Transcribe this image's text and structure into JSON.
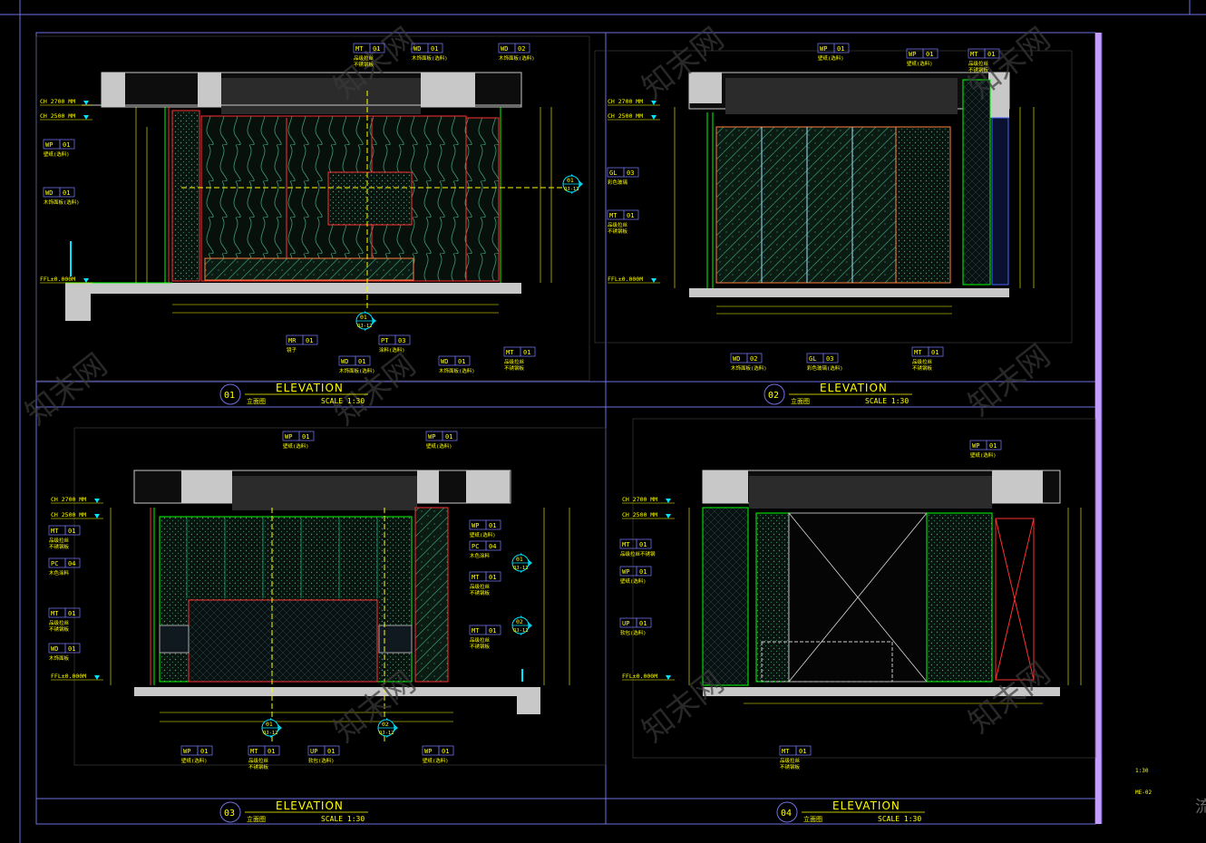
{
  "sheet": {
    "scale_note": "1:30",
    "sheet_code": "ME-02",
    "corner_mark": "流 软",
    "watermark": "知末网"
  },
  "colors": {
    "background": "#000000",
    "frame": "#6f6fe0",
    "annotation": "#ffff00",
    "wall": "#00ff00",
    "accent_red": "#ff2020",
    "cyan": "#00e5ff",
    "slab": "#c8c8c8",
    "purple_bar": "#c79cff"
  },
  "elevations": [
    {
      "number": "01",
      "title": "ELEVATION",
      "subtitle": "立面图",
      "scale": "SCALE 1:30",
      "levels": [
        "CH 2700 MM",
        "CH 2500 MM",
        "FFL±0.000M"
      ],
      "tags": [
        {
          "code": "MT",
          "num": "01",
          "desc": "品级拉丝\n不锈钢板"
        },
        {
          "code": "WD",
          "num": "01",
          "desc": "木饰面板(选料)"
        },
        {
          "code": "WD",
          "num": "02",
          "desc": "木饰面板(选料)"
        },
        {
          "code": "WP",
          "num": "01",
          "desc": "壁纸(选料)"
        },
        {
          "code": "WD",
          "num": "01",
          "desc": "木饰面板(选料)"
        },
        {
          "code": "MR",
          "num": "01",
          "desc": "镜子"
        },
        {
          "code": "WD",
          "num": "01",
          "desc": "木饰面板(选料)"
        },
        {
          "code": "PT",
          "num": "03",
          "desc": "涂料(选料)"
        },
        {
          "code": "WD",
          "num": "01",
          "desc": "木饰面板(选料)"
        },
        {
          "code": "MT",
          "num": "01",
          "desc": "品级拉丝\n不锈钢板"
        }
      ],
      "section_marks": [
        {
          "num": "01",
          "ref": "QJ-13"
        },
        {
          "num": "01",
          "ref": "QJ-12"
        }
      ]
    },
    {
      "number": "02",
      "title": "ELEVATION",
      "subtitle": "立面图",
      "scale": "SCALE 1:30",
      "levels": [
        "CH 2700 MM",
        "CH 2500 MM",
        "FFL±0.000M"
      ],
      "tags": [
        {
          "code": "WP",
          "num": "01",
          "desc": "壁纸(选料)"
        },
        {
          "code": "WP",
          "num": "01",
          "desc": "壁纸(选料)"
        },
        {
          "code": "MT",
          "num": "01",
          "desc": "品级拉丝\n不锈钢板"
        },
        {
          "code": "GL",
          "num": "03",
          "desc": "彩色玻璃"
        },
        {
          "code": "MT",
          "num": "01",
          "desc": "品级拉丝\n不锈钢板"
        },
        {
          "code": "WD",
          "num": "02",
          "desc": "木饰面板(选料)"
        },
        {
          "code": "GL",
          "num": "03",
          "desc": "彩色玻璃(选料)"
        },
        {
          "code": "MT",
          "num": "01",
          "desc": "品级拉丝\n不锈钢板"
        }
      ]
    },
    {
      "number": "03",
      "title": "ELEVATION",
      "subtitle": "立面图",
      "scale": "SCALE 1:30",
      "levels": [
        "CH 2700 MM",
        "CH 2500 MM",
        "FFL±0.000M"
      ],
      "tags": [
        {
          "code": "MT",
          "num": "01",
          "desc": "品级拉丝\n不锈钢板"
        },
        {
          "code": "PC",
          "num": "04",
          "desc": "木色涂料"
        },
        {
          "code": "MT",
          "num": "01",
          "desc": "品级拉丝\n不锈钢板"
        },
        {
          "code": "WD",
          "num": "01",
          "desc": "木饰面板"
        },
        {
          "code": "WP",
          "num": "01",
          "desc": "壁纸(选料)"
        },
        {
          "code": "WP",
          "num": "01",
          "desc": "壁纸(选料)"
        },
        {
          "code": "WP",
          "num": "01",
          "desc": "壁纸(选料)"
        },
        {
          "code": "PC",
          "num": "04",
          "desc": "木色涂料"
        },
        {
          "code": "MT",
          "num": "01",
          "desc": "品级拉丝\n不锈钢板"
        },
        {
          "code": "MT",
          "num": "01",
          "desc": "品级拉丝\n不锈钢板"
        },
        {
          "code": "WP",
          "num": "01",
          "desc": "壁纸(选料)"
        },
        {
          "code": "MT",
          "num": "01",
          "desc": "品级拉丝\n不锈钢板"
        },
        {
          "code": "UP",
          "num": "01",
          "desc": "软包(选料)"
        },
        {
          "code": "WP",
          "num": "01",
          "desc": "壁纸(选料)"
        }
      ],
      "section_marks": [
        {
          "num": "01",
          "ref": "QJ-11"
        },
        {
          "num": "02",
          "ref": "QJ-11"
        },
        {
          "num": "01",
          "ref": "QJ-12"
        },
        {
          "num": "02",
          "ref": "QJ-12"
        }
      ]
    },
    {
      "number": "04",
      "title": "ELEVATION",
      "subtitle": "立面图",
      "scale": "SCALE 1:30",
      "levels": [
        "CH 2700 MM",
        "CH 2500 MM",
        "FFL±0.000M"
      ],
      "tags": [
        {
          "code": "WP",
          "num": "01",
          "desc": "壁纸(选料)"
        },
        {
          "code": "MT",
          "num": "01",
          "desc": "品级拉丝不锈钢"
        },
        {
          "code": "WP",
          "num": "01",
          "desc": "壁纸(选料)"
        },
        {
          "code": "UP",
          "num": "01",
          "desc": "软包(选料)"
        },
        {
          "code": "MT",
          "num": "01",
          "desc": "品级拉丝\n不锈钢板"
        }
      ]
    }
  ]
}
